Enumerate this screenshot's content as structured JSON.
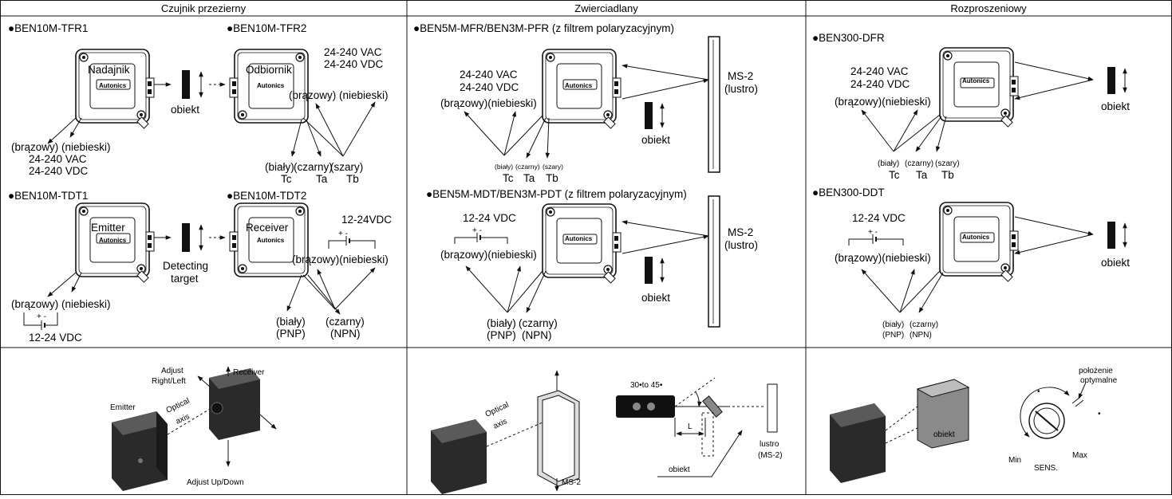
{
  "headers": {
    "throughbeam": "Czujnik przezierny",
    "retroreflective": "Zwierciadlany",
    "diffuse": "Rozproszeniowy"
  },
  "brand": "Autonics",
  "throughbeam": {
    "tfr1": {
      "model": "●BEN10M-TFR1",
      "device": "Nadajnik",
      "wires": "(brązowy) (niebieski)",
      "v1": "24-240 VAC",
      "v2": "24-240 VDC"
    },
    "tfr2": {
      "model": "●BEN10M-TFR2",
      "device": "Odbiornik",
      "v1": "24-240 VAC",
      "v2": "24-240 VDC",
      "wires": "(brązowy) (niebieski)",
      "o1": "(biały)",
      "o2": "(czarny)",
      "o3": "(szary)",
      "t1": "Tc",
      "t2": "Ta",
      "t3": "Tb"
    },
    "target1": "obiekt",
    "tdt1": {
      "model": "●BEN10M-TDT1",
      "device": "Emitter",
      "wires": "(brązowy)  (niebieski)",
      "v": "12-24 VDC"
    },
    "tdt2": {
      "model": "●BEN10M-TDT2",
      "device": "Receiver",
      "v": "12-24VDC",
      "wires": "(brązowy)(niebieski)",
      "o1": "(biały)",
      "o1b": "(PNP)",
      "o2": "(czarny)",
      "o2b": "(NPN)"
    },
    "target2a": "Detecting",
    "target2b": "target",
    "pm": "+  -"
  },
  "retro": {
    "pfr": {
      "model": "●BEN5M-MFR/BEN3M-PFR (z filtrem polaryzacyjnym)",
      "v1": "24-240 VAC",
      "v2": "24-240 VDC",
      "wires": "(brązowy)(niebieski)",
      "o1": "(biały)",
      "o2": "(czarny)",
      "o3": "(szary)",
      "t1": "Tc",
      "t2": "Ta",
      "t3": "Tb"
    },
    "mirror1": "MS-2",
    "mirror2": "(lustro)",
    "target": "obiekt",
    "pdt": {
      "model": "●BEN5M-MDT/BEN3M-PDT (z filtrem polaryzacyjnym)",
      "v": "12-24 VDC",
      "wires": "(brązowy)(niebieski)",
      "o1": "(biały)",
      "o1b": "(PNP)",
      "o2": "(czarny)",
      "o2b": "(NPN)"
    },
    "pm": "+  -"
  },
  "diffuse": {
    "dfr": {
      "model": "●BEN300-DFR",
      "v1": "24-240 VAC",
      "v2": "24-240 VDC",
      "wires": "(brązowy)(niebieski)",
      "o1": "(biały)",
      "o2": "(czarny)",
      "o3": "(szary)",
      "t1": "Tc",
      "t2": "Ta",
      "t3": "Tb"
    },
    "target": "obiekt",
    "ddt": {
      "model": "●BEN300-DDT",
      "v": "12-24 VDC",
      "wires": "(brązowy)(niebieski)",
      "o1": "(biały)",
      "o2": "(czarny)",
      "o1b": "(PNP)",
      "o2b": "(NPN)"
    },
    "pm": "+  -"
  },
  "bottom": {
    "adjust_rl1": "Adjust",
    "adjust_rl2": "Right/Left",
    "receiver": "Receiver",
    "emitter": "Emitter",
    "optical1": "Optical",
    "optical2": "axis",
    "adjust_ud": "Adjust Up/Down",
    "retro_optical1": "Optical",
    "retro_optical2": "axis",
    "retro_ms2": "MS-2",
    "angle": "30•to 45•",
    "L": "L",
    "lustro1": "lustro",
    "lustro2": "(MS-2)",
    "retro_obiekt": "obiekt",
    "diff_obiekt": "obiekt",
    "opt1": "położenie",
    "opt2": "optymalne",
    "min": "Min",
    "max": "Max",
    "sens": "SENS."
  }
}
